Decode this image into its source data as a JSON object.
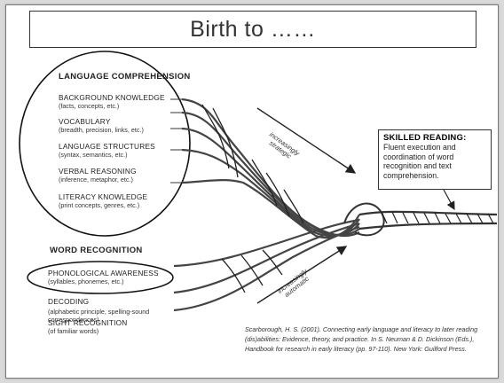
{
  "title": "Birth to ……",
  "language_comprehension": {
    "heading": "LANGUAGE COMPREHENSION",
    "items": [
      {
        "label": "BACKGROUND KNOWLEDGE",
        "detail": "(facts, concepts, etc.)"
      },
      {
        "label": "VOCABULARY",
        "detail": "(breadth, precision, links, etc.)"
      },
      {
        "label": "LANGUAGE STRUCTURES",
        "detail": "(syntax, semantics, etc.)"
      },
      {
        "label": "VERBAL REASONING",
        "detail": "(inference, metaphor, etc.)"
      },
      {
        "label": "LITERACY KNOWLEDGE",
        "detail": "(print concepts, genres, etc.)"
      }
    ]
  },
  "word_recognition": {
    "heading": "WORD RECOGNITION",
    "items": [
      {
        "label": "PHONOLOGICAL AWARENESS",
        "detail": "(syllables, phonemes, etc.)"
      },
      {
        "label": "DECODING",
        "detail": "(alphabetic principle, spelling-sound correspondences)"
      },
      {
        "label": "SIGHT RECOGNITION",
        "detail": "(of familiar words)"
      }
    ]
  },
  "arrows": {
    "upper": "increasingly strategic",
    "lower": "increasingly automatic"
  },
  "skilled_reading": {
    "heading": "SKILLED READING:",
    "body": "Fluent execution and coordination of word recognition and text comprehension."
  },
  "citation": "Scarborough, H. S. (2001). Connecting early language and literacy to later reading (dis)abilities: Evidence, theory, and practice. In S. Neuman & D. Dickinson (Eds.), Handbook for research in early literacy (pp. 97-110). New York: Guilford Press."
}
